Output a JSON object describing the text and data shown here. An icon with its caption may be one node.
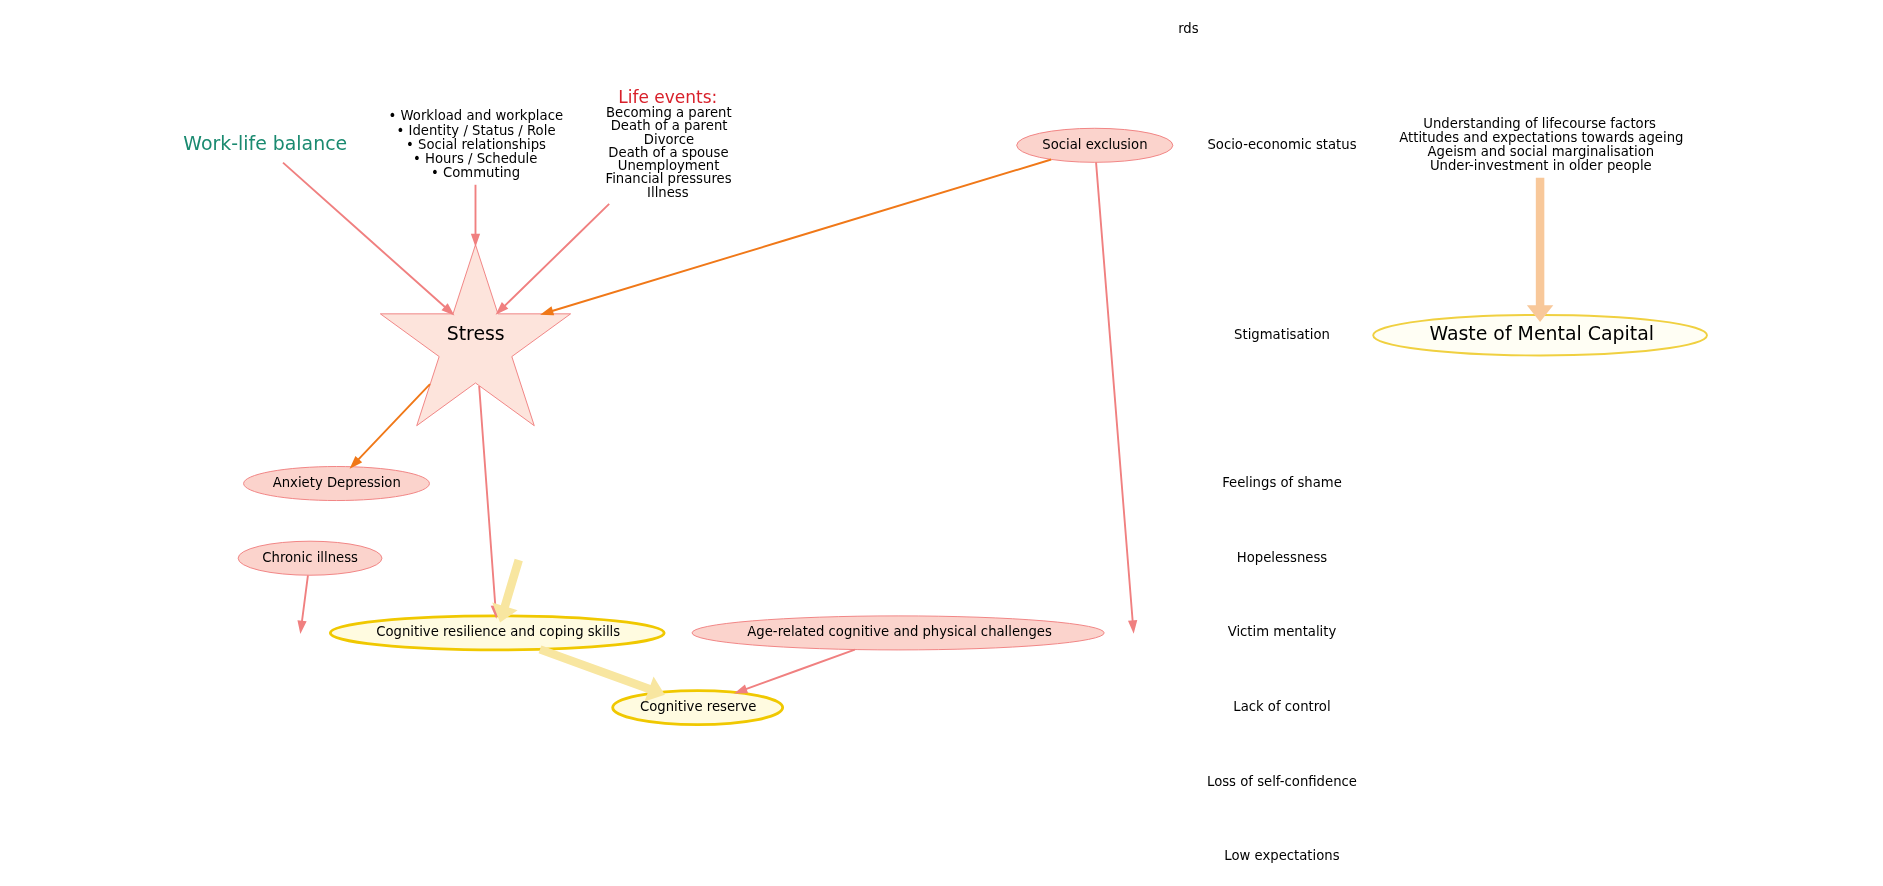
{
  "diagram": {
    "nodes": [
      {
        "text": [
          "Work-life balance"
        ]
      },
      {
        "text": [
          "• Workload and workplace",
          "• Identity / Status / Role",
          "• Social relationships",
          "• Hours / Schedule",
          "• Commuting"
        ]
      },
      {
        "text": [
          "Life events:",
          "Becoming a parent",
          "Death of a parent",
          "Divorce",
          "Death of a spouse",
          "Unemployment",
          "Financial pressures",
          "Illness"
        ]
      },
      {
        "text": [
          "Stress"
        ]
      },
      {
        "text": [
          "Social exclusion"
        ]
      },
      {
        "text": [
          "Anxiety Depression"
        ]
      },
      {
        "text": [
          "Chronic illness"
        ]
      },
      {
        "text": [
          "Age-related cognitive and physical challenges"
        ]
      },
      {
        "text": [
          "Waste of Mental Capital"
        ]
      },
      {
        "text": [
          "Cognitive resilience and coping skills"
        ]
      },
      {
        "text": [
          "Cognitive reserve"
        ]
      },
      {
        "text": [
          "Understanding of lifecourse factors",
          "Attitudes and expectations towards ageing",
          "Ageism and social marginalisation",
          "Under-investment in older people"
        ]
      }
    ],
    "edges": [
      {
        "from": 0,
        "to": 3,
        "arrow": "to"
      },
      {
        "from": 1,
        "to": 3,
        "arrow": "to"
      },
      {
        "from": 2,
        "to": 3,
        "arrow": "to"
      },
      {
        "from": 4,
        "to": 3,
        "arrow": "to",
        "color": "#f07818"
      },
      {
        "from": 3,
        "to": 5,
        "arrow": "to",
        "color": "#f07818"
      },
      {
        "from": 3,
        "to": 9,
        "arrow": "to"
      },
      {
        "from": 4,
        "to": null,
        "arrow": "to"
      },
      {
        "from": 6,
        "to": null,
        "arrow": "to"
      },
      {
        "from": 7,
        "to": 10,
        "arrow": "to"
      },
      {
        "from": 11,
        "to": 8,
        "arrow": "to",
        "color": "#f8c89a",
        "style": "thick"
      },
      {
        "from": null,
        "to": 9,
        "arrow": "to",
        "color": "#f8e6a0",
        "style": "thick"
      },
      {
        "from": 9,
        "to": 10,
        "arrow": "to",
        "color": "#f8e6a0",
        "style": "thick"
      }
    ],
    "labels": [
      "rds",
      "Socio-economic status",
      "Stigmatisation",
      "Feelings of shame",
      "Hopelessness",
      "Victim mentality",
      "Lack of control",
      "Loss of self-confidence",
      "Low expectations"
    ]
  }
}
